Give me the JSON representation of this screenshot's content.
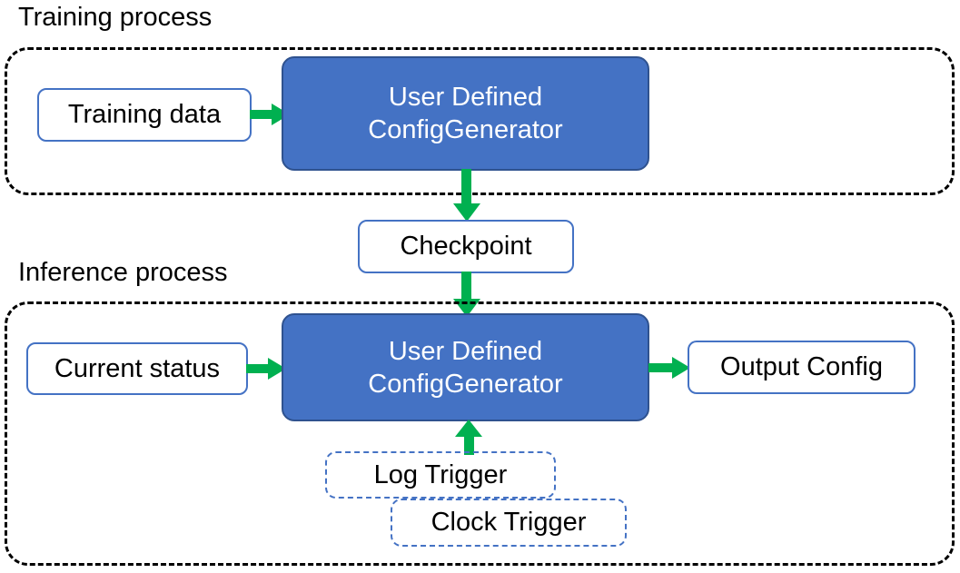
{
  "diagram": {
    "title_visible": false,
    "colors": {
      "process_box_fill": "#4472C4",
      "process_box_border": "#2F528F",
      "io_box_border": "#4472C4",
      "trigger_box_border": "#4472C4",
      "arrow": "#00B050",
      "container_border": "#000000",
      "text_dark": "#000000",
      "text_light": "#FFFFFF"
    },
    "sections": [
      {
        "id": "training",
        "label": "Training process"
      },
      {
        "id": "inference",
        "label": "Inference process"
      }
    ],
    "nodes": {
      "training_data": {
        "label": "Training data",
        "shape": "rounded-rect",
        "style": "outline"
      },
      "training_generator": {
        "label_line1": "User Defined",
        "label_line2": "ConfigGenerator",
        "shape": "rounded-rect",
        "style": "filled"
      },
      "checkpoint": {
        "label": "Checkpoint",
        "shape": "rounded-rect",
        "style": "outline"
      },
      "current_status": {
        "label": "Current status",
        "shape": "rounded-rect",
        "style": "outline"
      },
      "inference_generator": {
        "label_line1": "User Defined",
        "label_line2": "ConfigGenerator",
        "shape": "rounded-rect",
        "style": "filled"
      },
      "output_config": {
        "label": "Output Config",
        "shape": "rounded-rect",
        "style": "outline"
      },
      "log_trigger": {
        "label": "Log Trigger",
        "shape": "rounded-rect",
        "style": "dashed-outline"
      },
      "clock_trigger": {
        "label": "Clock Trigger",
        "shape": "rounded-rect",
        "style": "dashed-outline"
      }
    },
    "edges": [
      {
        "from": "training_data",
        "to": "training_generator",
        "direction": "right"
      },
      {
        "from": "training_generator",
        "to": "checkpoint",
        "direction": "down"
      },
      {
        "from": "checkpoint",
        "to": "inference_generator",
        "direction": "down"
      },
      {
        "from": "current_status",
        "to": "inference_generator",
        "direction": "right"
      },
      {
        "from": "inference_generator",
        "to": "output_config",
        "direction": "right"
      },
      {
        "from": "log_trigger",
        "to": "inference_generator",
        "direction": "up"
      }
    ]
  }
}
